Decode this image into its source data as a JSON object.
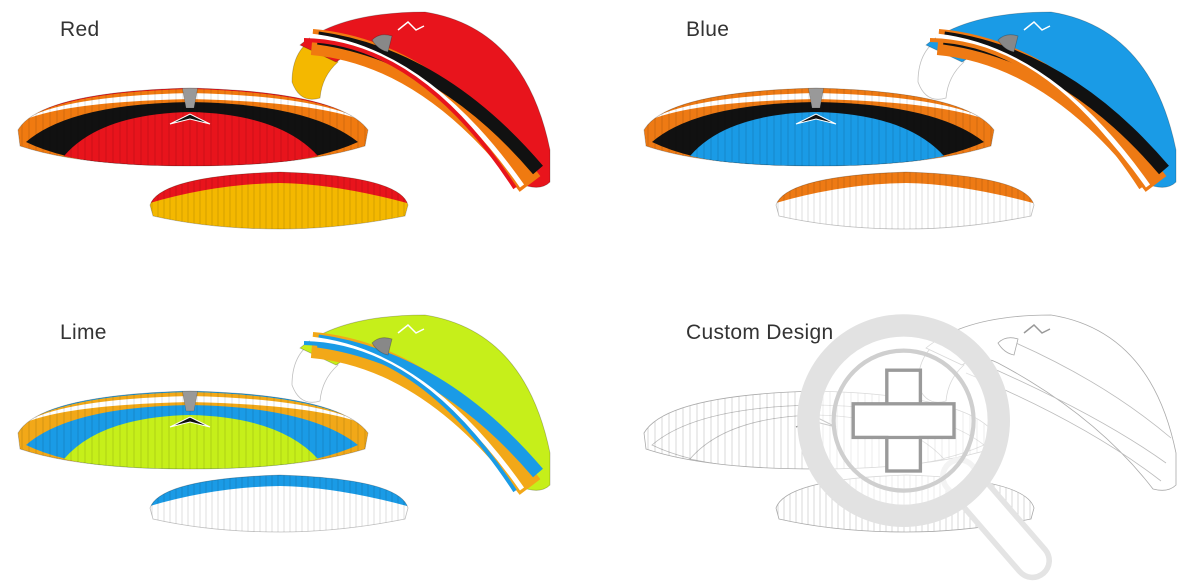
{
  "options": [
    {
      "label": "Red",
      "colors": {
        "main": "#e8141c",
        "accent": "#f07a10",
        "stripe": "#111111",
        "rim": "#ffffff",
        "underside": "#f4b800",
        "edge": "#e8141c",
        "stroke": "rgba(0,0,0,0.18)"
      }
    },
    {
      "label": "Blue",
      "colors": {
        "main": "#1a9be6",
        "accent": "#ee7a14",
        "stripe": "#111111",
        "rim": "#ffffff",
        "underside": "#ffffff",
        "edge": "#ee7a14",
        "stroke": "rgba(0,0,0,0.18)"
      }
    },
    {
      "label": "Lime",
      "colors": {
        "main": "#c6ef1a",
        "accent": "#f2a818",
        "stripe": "#1a9be6",
        "rim": "#ffffff",
        "underside": "#ffffff",
        "edge": "#1a9be6",
        "stroke": "rgba(0,0,0,0.18)"
      }
    },
    {
      "label": "Custom Design",
      "colors": {
        "main": "#ffffff",
        "accent": "#ffffff",
        "stripe": "#ffffff",
        "rim": "#ffffff",
        "underside": "#ffffff",
        "edge": "#ffffff",
        "stroke": "rgba(0,0,0,0.22)"
      },
      "icon": "zoom-in-icon"
    }
  ]
}
